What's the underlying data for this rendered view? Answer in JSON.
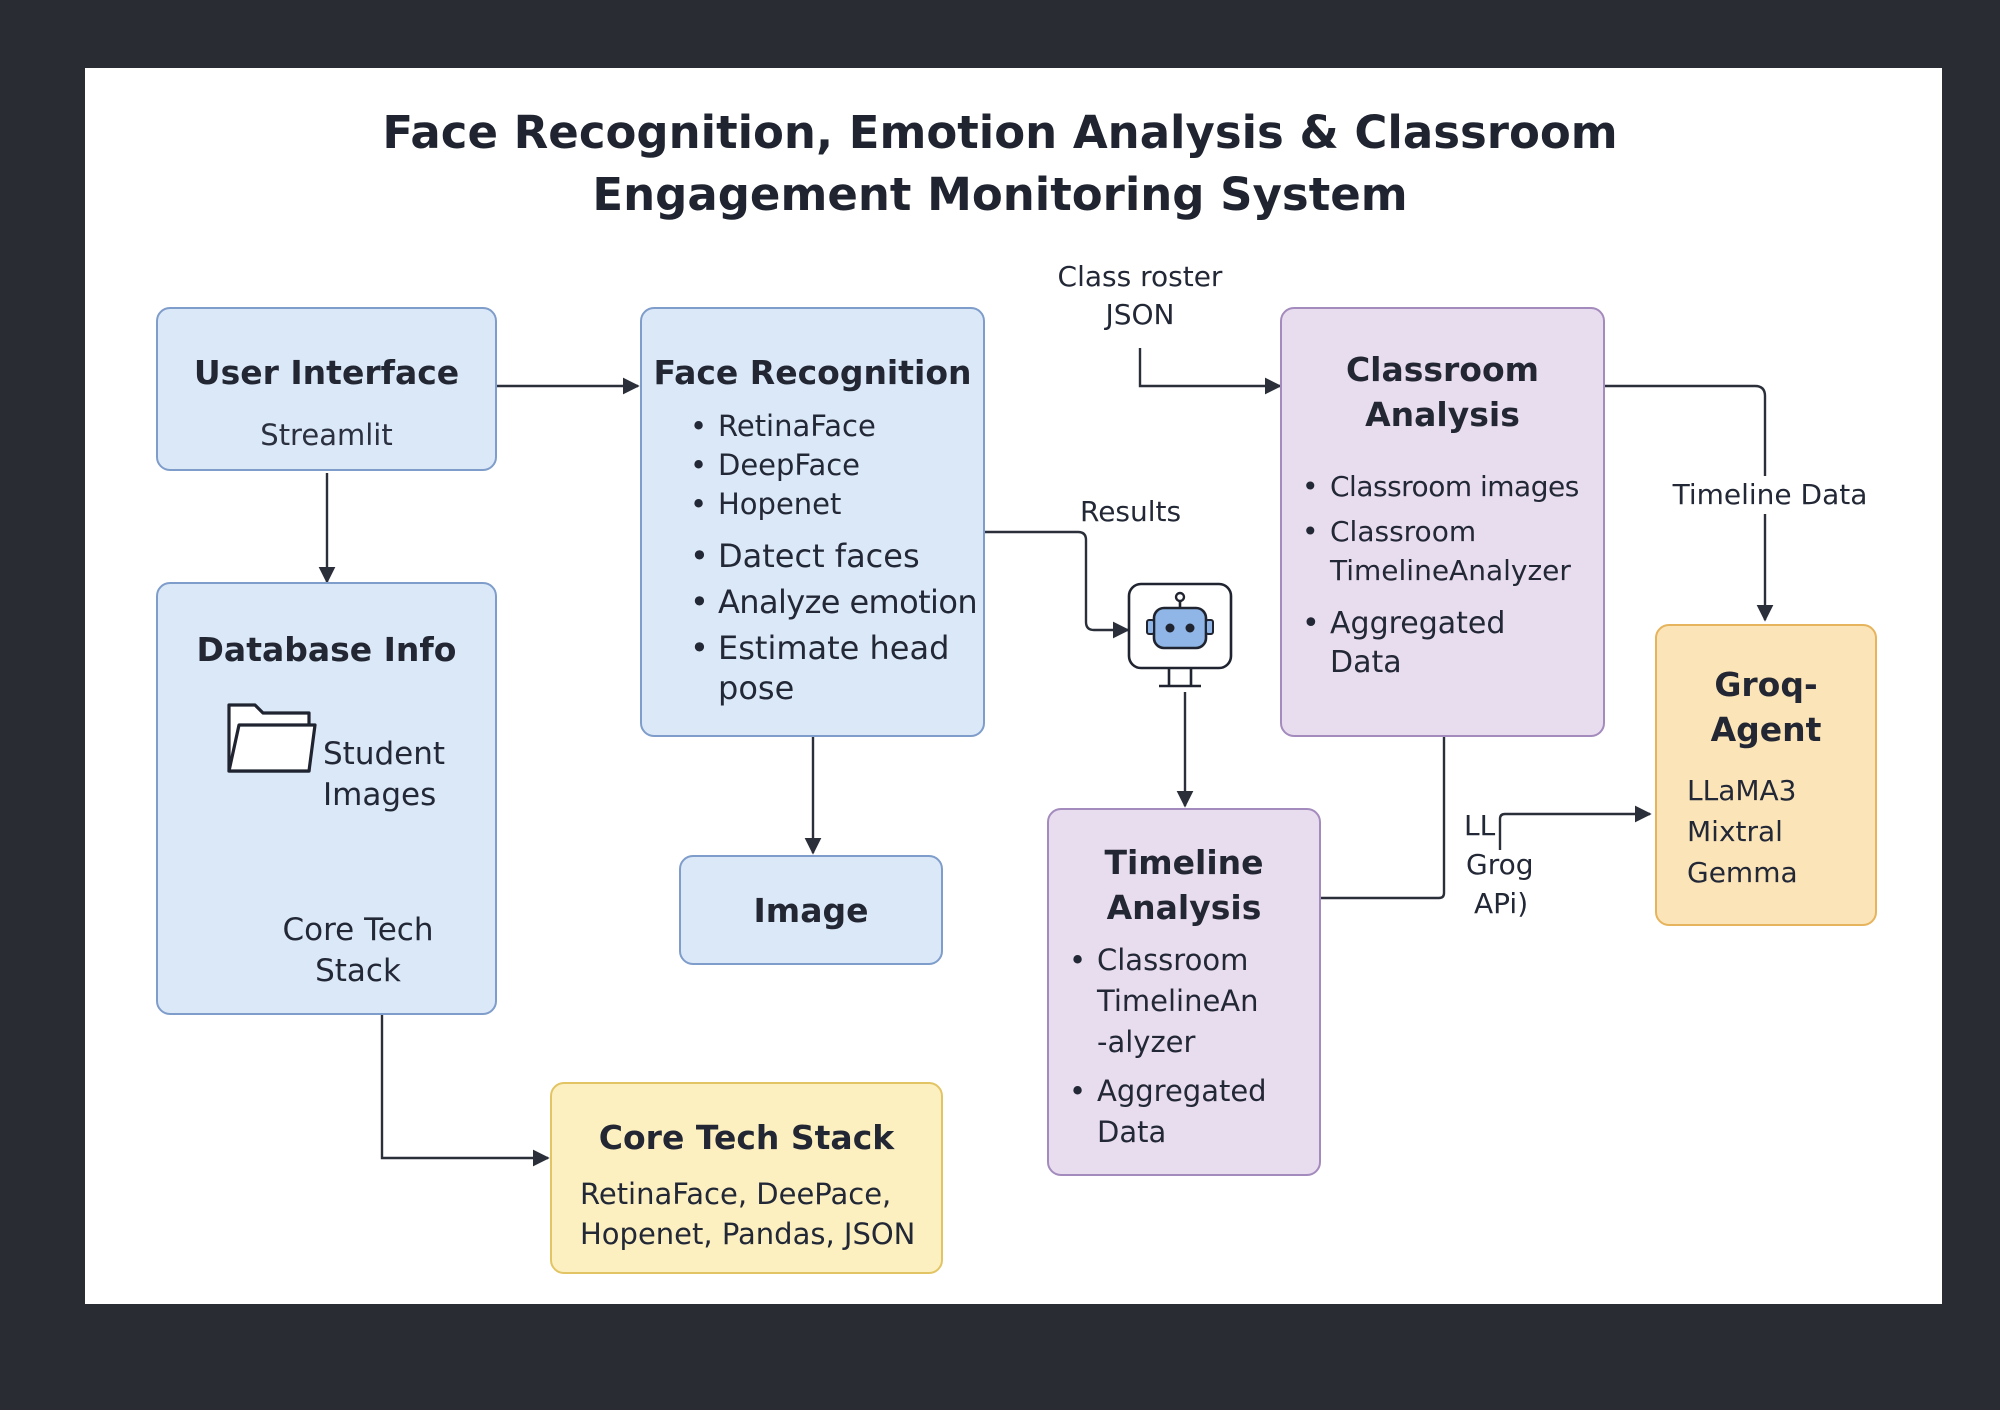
{
  "title_line1": "Face Recognition, Emotion Analysis & Classroom",
  "title_line2": "Engagement Monitoring System",
  "user_interface": {
    "title": "User Interface",
    "subtitle": "Streamlit"
  },
  "face_recognition": {
    "title": "Face Recognition",
    "items": [
      "RetinaFace",
      "DeepFace",
      "Hopenet",
      "Datect faces",
      "Analyze emotion",
      "Estimate head pose"
    ]
  },
  "database_info": {
    "title": "Database Info",
    "folder_label_1": "Student",
    "folder_label_2": "Images",
    "stack_label_1": "Core Tech",
    "stack_label_2": "Stack"
  },
  "image_box": {
    "title": "Image"
  },
  "core_tech_stack": {
    "title": "Core Tech Stack",
    "line1": "RetinaFace, DeePace,",
    "line2": "Hopenet, Pandas, JSON"
  },
  "class_roster": {
    "line1": "Class roster",
    "line2": "JSON"
  },
  "results_label": "Results",
  "classroom_analysis": {
    "title_line1": "Classroom",
    "title_line2": "Analysis",
    "items": [
      "Classroom images",
      "Classroom TimelineAnalyzer",
      "Aggregated Data"
    ]
  },
  "timeline_data_label": "Timeline Data",
  "timeline_analysis": {
    "title_line1": "Timeline",
    "title_line2": "Analysis",
    "items": [
      "Classroom TimelineAn-alyzer",
      "Aggregated Data"
    ]
  },
  "llm_label": {
    "line1": "LL",
    "line2": "Grog",
    "line3": "APi)"
  },
  "groq_agent": {
    "title_line1": "Groq-",
    "title_line2": "Agent",
    "models": [
      "LLaMA3",
      "Mixtral",
      "Gemma"
    ]
  },
  "icons": {
    "robot": "robot-icon",
    "folder": "folder-icon"
  },
  "colors": {
    "frame": "#292d33",
    "blue_fill": "#dbe8f8",
    "blue_border": "#7f9dca",
    "purple_fill": "#e8dcef",
    "purple_border": "#a48bbd",
    "orange_fill": "#fbe4b8",
    "orange_border": "#e6b45c",
    "yellow_fill": "#fcf0c0",
    "yellow_border": "#e3c464",
    "wire": "#2a2f3a"
  }
}
